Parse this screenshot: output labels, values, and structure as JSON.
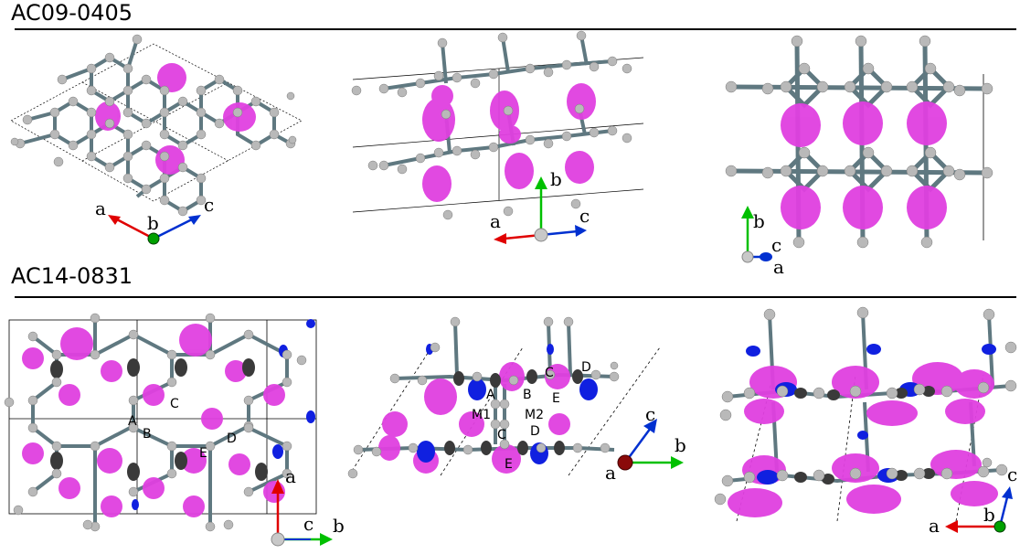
{
  "sections": [
    {
      "title": "AC09-0405",
      "panels": [
        {
          "axes": [
            "a",
            "b",
            "c"
          ]
        },
        {
          "axes": [
            "a",
            "b",
            "c"
          ]
        },
        {
          "axes": [
            "b",
            "c",
            "a"
          ]
        }
      ]
    },
    {
      "title": "AC14-0831",
      "panels": [
        {
          "axes": [
            "a",
            "c",
            "b"
          ],
          "sites": [
            "A",
            "B",
            "C",
            "D",
            "E"
          ]
        },
        {
          "axes": [
            "a",
            "b",
            "c"
          ],
          "sites": [
            "A",
            "B",
            "C",
            "D",
            "E",
            "M1",
            "M2",
            "C",
            "D",
            "E"
          ]
        },
        {
          "axes": [
            "a",
            "b",
            "c"
          ]
        }
      ]
    }
  ],
  "colors": {
    "atom_carbon_light": "#b9b9b9",
    "atom_carbon_dark": "#3a3a3a",
    "bond": "#5f7880",
    "isosurface_positive": "#e040e0",
    "isosurface_negative": "#1020e0",
    "axis_a": "#e00000",
    "axis_b": "#00c000",
    "axis_c": "#0030d0",
    "cell": "#000000"
  }
}
